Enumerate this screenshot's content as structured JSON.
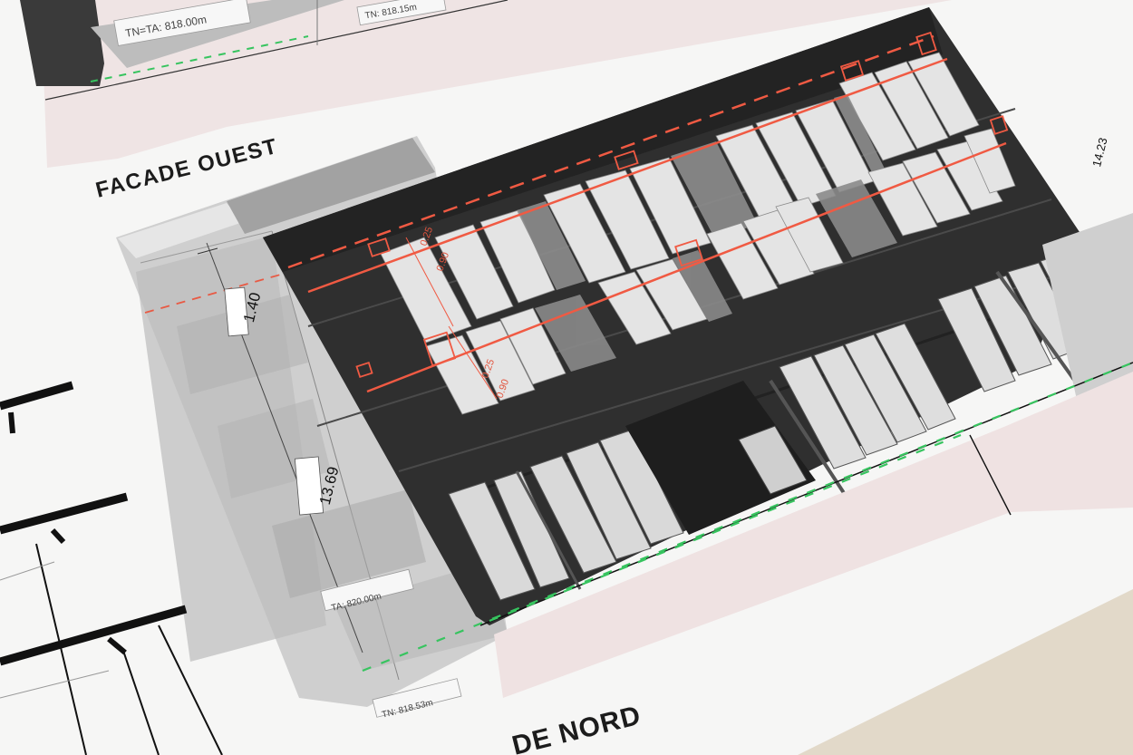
{
  "titles": {
    "facade_ouest": "FACADE OUEST",
    "facade_nord": "DE NORD"
  },
  "dimensions": {
    "height_upper": "1.40",
    "height_total": "13.69",
    "side_cut": "14.23"
  },
  "levels": {
    "top_left_tn_ta": "TN=TA: 818.00m",
    "top_right_tn": "TN: 818.15m",
    "ta_bottom": "TA: 820.00m",
    "tn_bottom": "TN: 818.53m"
  },
  "red_annotations": [
    "0.25",
    "0.90",
    "0.25",
    "0.90"
  ],
  "colors": {
    "facade_dark": "#2f2f2f",
    "window_light": "#e9e9e9",
    "red_line": "#f05a43",
    "green_dash": "#37c45f",
    "pink_band": "#efe2e2",
    "paper": "#f7f7f7",
    "table": "#e2d9c9"
  }
}
